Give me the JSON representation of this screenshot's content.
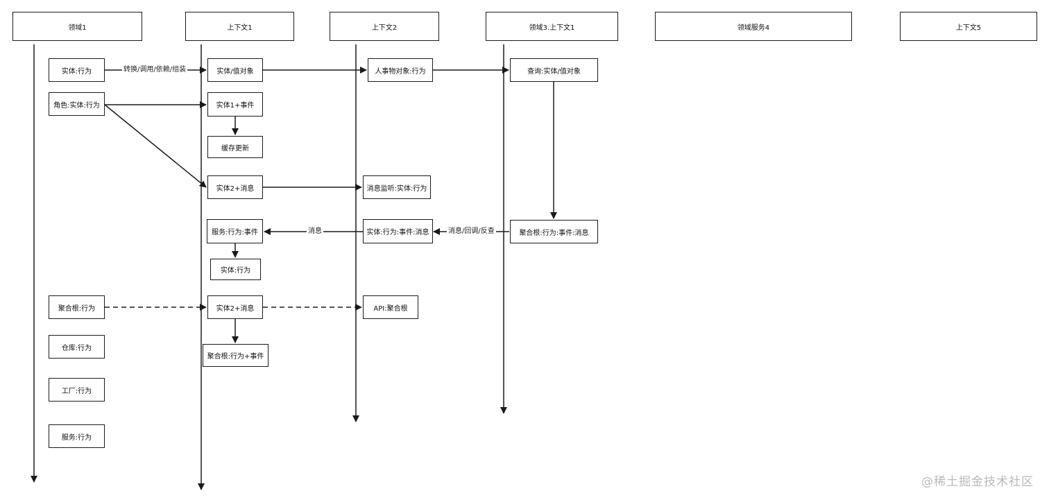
{
  "headers": {
    "domain1": "领域1",
    "ctx1": "上下文1",
    "ctx2": "上下文2",
    "domain3ctx1": "领域3.上下文1",
    "service4": "领域服务4",
    "ctx5": "上下文5"
  },
  "nodes": {
    "d1_entity": "实体:行为",
    "d1_role": "角色:实体:行为",
    "d1_agg": "聚合根:行为",
    "d1_repo": "仓库:行为",
    "d1_factory": "工厂:行为",
    "d1_service": "服务:行为",
    "c1_entity_vo": "实体/值对象",
    "c1_entity1_event": "实体1+事件",
    "c1_cache": "缓存更新",
    "c1_entity2_msg_a": "实体2+消息",
    "c1_service_event": "服务:行为:事件",
    "c1_entity_behavior": "实体:行为",
    "c1_entity2_msg_b": "实体2+消息",
    "c1_agg_event": "聚合根:行为+事件",
    "c2_person": "人事物对象:行为",
    "c2_listener": "消息监听:实体:行为",
    "c2_entity_event_msg": "实体:行为:事件:消息",
    "c2_api": "API:聚合根",
    "d3_query": "查询:实体/值对象",
    "d3_agg": "聚合根:行为:事件:消息"
  },
  "edge_labels": {
    "convert": "转换/调用/依赖/组装",
    "message": "消息",
    "msg_callback": "消息/回调/反查"
  },
  "watermark": "@稀土掘金技术社区",
  "colors": {
    "line": "#1a1a1a",
    "watermark": "#b9b9b9"
  }
}
